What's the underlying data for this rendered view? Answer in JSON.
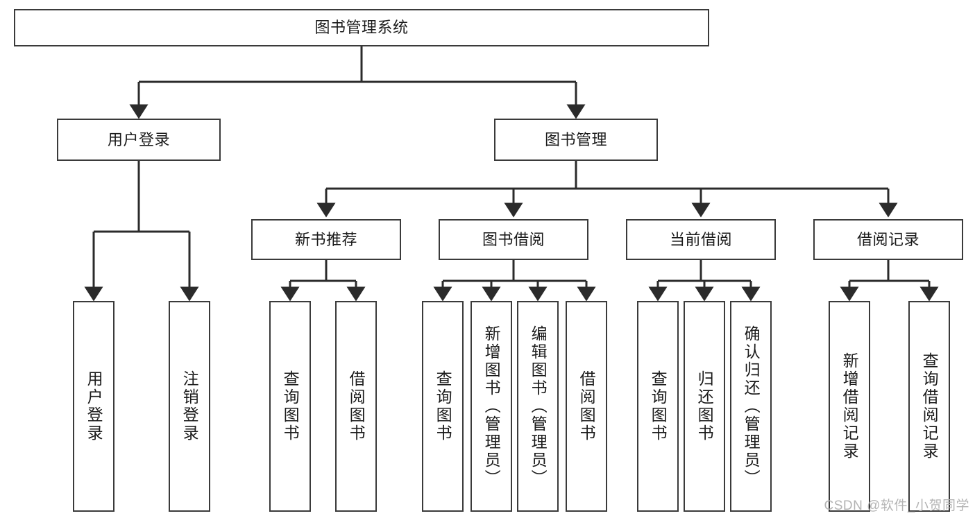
{
  "diagram": {
    "title": "图书管理系统",
    "type": "tree-hierarchy-chart",
    "colors": {
      "background": "#ffffff",
      "box_border": "#3a3a3a",
      "box_fill": "#ffffff",
      "connector": "#2b2b2b",
      "text": "#1b1b1b",
      "watermark": "#b4b4b4"
    },
    "nodes": {
      "root": {
        "label": "图书管理系统"
      },
      "level2": [
        {
          "id": "user-login",
          "label": "用户登录"
        },
        {
          "id": "book-manage",
          "label": "图书管理"
        }
      ],
      "level3": [
        {
          "id": "new-book-recommend",
          "label": "新书推荐"
        },
        {
          "id": "book-borrow",
          "label": "图书借阅"
        },
        {
          "id": "current-borrow",
          "label": "当前借阅"
        },
        {
          "id": "borrow-record",
          "label": "借阅记录"
        }
      ],
      "leaves": {
        "user-login": [
          {
            "id": "leaf-user-login",
            "label": "用户登录"
          },
          {
            "id": "leaf-logout",
            "label": "注销登录"
          }
        ],
        "new-book-recommend": [
          {
            "id": "leaf-query-book-1",
            "label": "查询图书"
          },
          {
            "id": "leaf-borrow-book-1",
            "label": "借阅图书"
          }
        ],
        "book-borrow": [
          {
            "id": "leaf-query-book-2",
            "label": "查询图书"
          },
          {
            "id": "leaf-add-book",
            "label": "新增图书（管理员）"
          },
          {
            "id": "leaf-edit-book",
            "label": "编辑图书（管理员）"
          },
          {
            "id": "leaf-borrow-book-2",
            "label": "借阅图书"
          }
        ],
        "current-borrow": [
          {
            "id": "leaf-query-book-3",
            "label": "查询图书"
          },
          {
            "id": "leaf-return-book",
            "label": "归还图书"
          },
          {
            "id": "leaf-confirm-return",
            "label": "确认归还（管理员）"
          }
        ],
        "borrow-record": [
          {
            "id": "leaf-add-record",
            "label": "新增借阅记录"
          },
          {
            "id": "leaf-query-record",
            "label": "查询借阅记录"
          }
        ]
      }
    },
    "watermark": "CSDN @软件_小贺同学"
  }
}
